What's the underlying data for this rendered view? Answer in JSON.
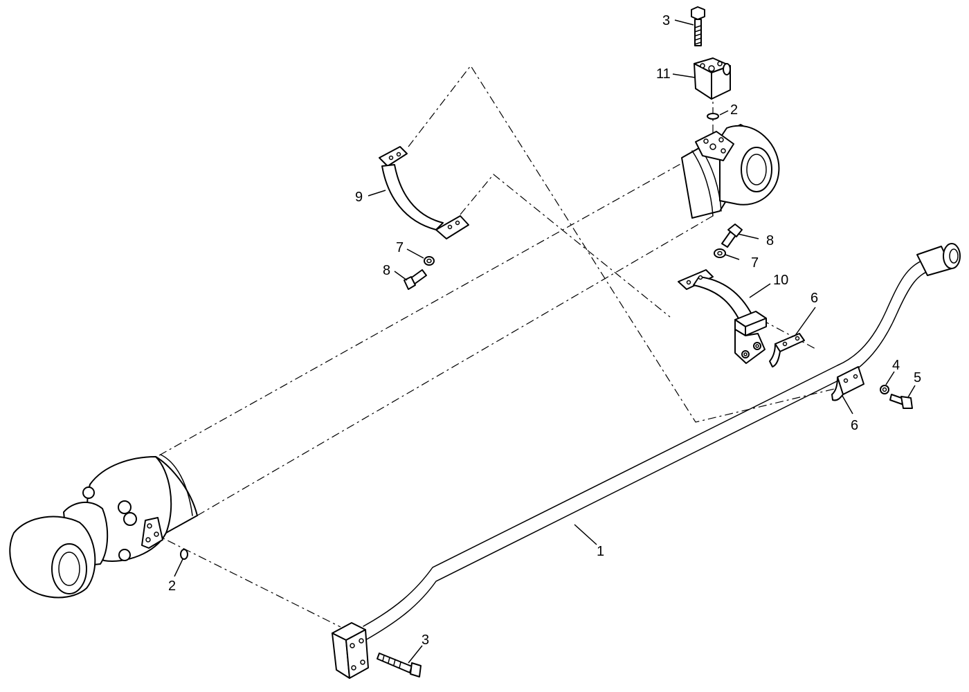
{
  "callouts": {
    "tube": "1",
    "oring_left": "2",
    "oring_right": "2",
    "bolt_top": "3",
    "bolt_bottom": "3",
    "washer_4": "4",
    "bolt_5": "5",
    "clip_upper": "6",
    "clip_lower": "6",
    "washer_left": "7",
    "washer_right": "7",
    "bolt_left": "8",
    "bolt_right": "8",
    "clamp_9": "9",
    "clamp_10": "10",
    "flange_block": "11"
  }
}
